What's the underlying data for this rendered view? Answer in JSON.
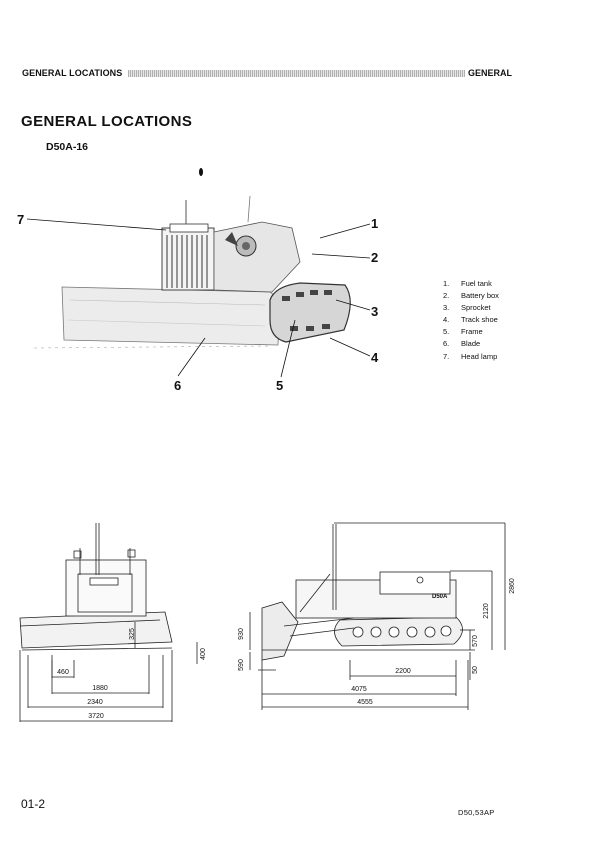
{
  "header": {
    "left": "GENERAL LOCATIONS",
    "right": "GENERAL"
  },
  "title": "GENERAL LOCATIONS",
  "model": "D50A-16",
  "callouts": [
    "1",
    "2",
    "3",
    "4",
    "5",
    "6",
    "7"
  ],
  "legend": [
    {
      "num": "1.",
      "label": "Fuel tank"
    },
    {
      "num": "2.",
      "label": "Battery box"
    },
    {
      "num": "3.",
      "label": "Sprocket"
    },
    {
      "num": "4.",
      "label": "Track shoe"
    },
    {
      "num": "5.",
      "label": "Frame"
    },
    {
      "num": "6.",
      "label": "Blade"
    },
    {
      "num": "7.",
      "label": "Head lamp"
    }
  ],
  "dimensions": {
    "front": [
      "325",
      "400",
      "460",
      "1880",
      "2340",
      "3720"
    ],
    "side": [
      "930",
      "590",
      "2200",
      "4075",
      "4555",
      "570",
      "50",
      "2120",
      "2860"
    ]
  },
  "machine_badge": "D50A",
  "footer": {
    "page": "01-2",
    "code": "D50,53AP"
  }
}
